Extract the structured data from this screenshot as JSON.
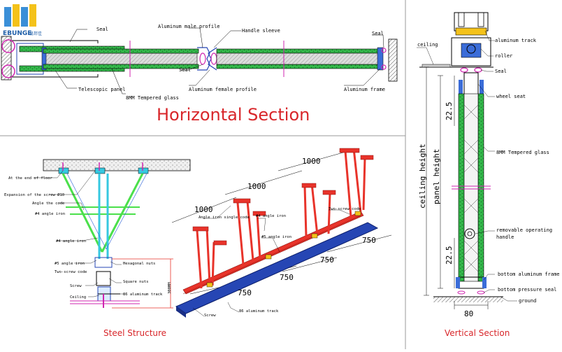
{
  "logo": {
    "text": "EBUNGE",
    "text_cn": "易邦佳"
  },
  "horizontal": {
    "title": "Horizontal Section",
    "labels": {
      "seal_top_left": "Seal",
      "male_profile": "Aluminum male profile",
      "handle_sleeve": "Handle sleeve",
      "seal_right": "Seal",
      "telescopic": "Telescopic panel",
      "glass": "8MM Tempered glass",
      "seal_mid": "Seal",
      "female_profile": "Aluminum female profile",
      "frame": "Aluminum frame"
    }
  },
  "steel": {
    "title": "Steel Structure",
    "labels": {
      "end_of_floor": "At the end of floor",
      "expansion_screw": "Expansion of the screw Ø10",
      "angle_code": "Angle the code",
      "angle_iron_4_a": "#4 angle iron",
      "angle_iron_4_b": "#4 angle iron",
      "angle_iron_5": "#5 angle iron",
      "two_screw_code_a": "Two-screw code",
      "hex_nut": "Hexagonal nuts",
      "screw_a": "Screw",
      "square_nut": "Square nuts",
      "ceiling": "Ceiling",
      "track_86_a": "86 aluminum track",
      "height_dim": "300MM",
      "angle_iron_single": "Angle iron single code",
      "angle_iron_4_c": "#4 angle iron",
      "two_screw_code_b": "Two-screw code",
      "angle_iron_5_b": "#5 angle iron",
      "track_86_b": "86 aluminum track",
      "screw_b": "Screw"
    },
    "dimensions": [
      "1000",
      "1000",
      "1000",
      "750",
      "750",
      "750",
      "750"
    ]
  },
  "vertical": {
    "title": "Vertical Section",
    "labels": {
      "ceiling": "ceiling",
      "track": "aluminum track",
      "roller": "roller",
      "seal": "Seal",
      "wheel_seat": "wheel seat",
      "glass": "8MM Tempered glass",
      "handle": "removable operating handle",
      "bottom_frame": "bottom aluminum frame",
      "pressure_seal": "bottom pressure seal",
      "ground": "ground"
    },
    "dims": {
      "top": "22.5",
      "bottom": "22.5",
      "ceiling_height": "ceiling height",
      "panel_height": "panel height",
      "width": "80"
    }
  },
  "colors": {
    "title_red": "#d8262a",
    "glass_green": "#2db84b",
    "steel_red": "#e8332a",
    "track_blue": "#2646b4",
    "cyan": "#36c8e0",
    "light_green": "#4be04b",
    "guide_blue": "#2b5fd9",
    "magenta": "#d024b0"
  }
}
